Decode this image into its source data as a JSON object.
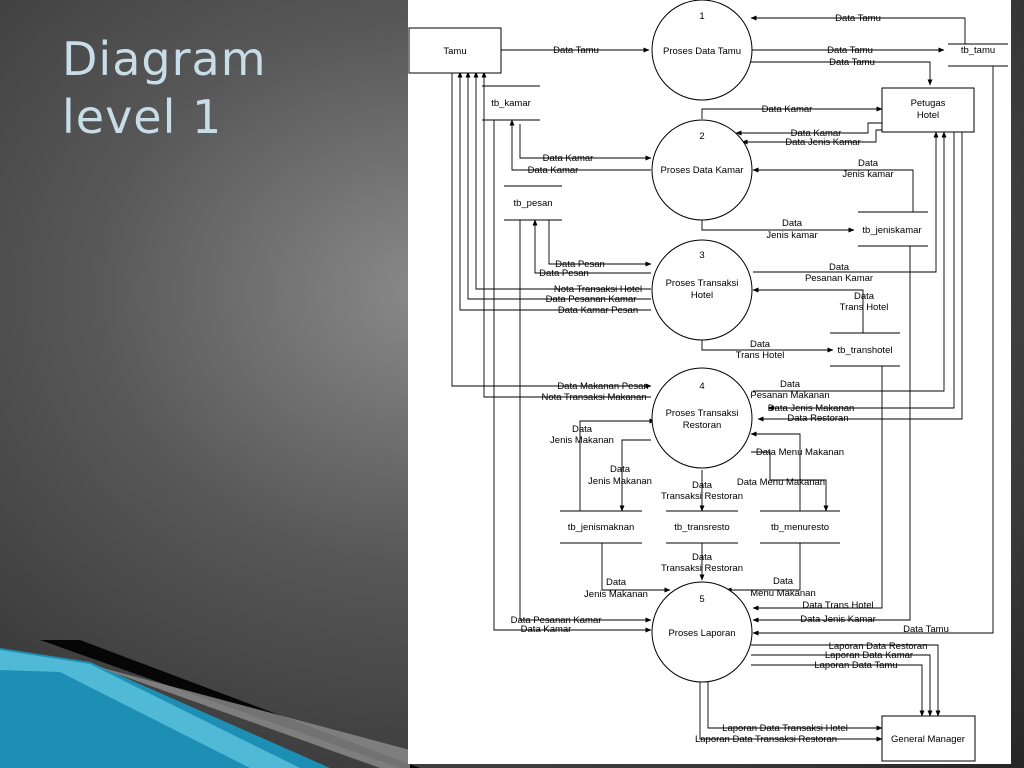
{
  "slide": {
    "title_line1": "Diagram",
    "title_line2": "level 1"
  },
  "colors": {
    "title": "#c8dde8",
    "accent_teal": "#2aa3c7",
    "panel": "#ffffff"
  },
  "entities": {
    "tamu": "Tamu",
    "petugas_line1": "Petugas",
    "petugas_line2": "Hotel",
    "gm": "General Manager"
  },
  "processes": [
    {
      "number": "1",
      "line1": "Proses Data Tamu",
      "line2": ""
    },
    {
      "number": "2",
      "line1": "Proses Data Kamar",
      "line2": ""
    },
    {
      "number": "3",
      "line1": "Proses Transaksi",
      "line2": "Hotel"
    },
    {
      "number": "4",
      "line1": "Proses Transaksi",
      "line2": "Restoran"
    },
    {
      "number": "5",
      "line1": "Proses Laporan",
      "line2": ""
    }
  ],
  "stores": {
    "tb_tamu": "tb_tamu",
    "tb_kamar": "tb_kamar",
    "tb_pesan": "tb_pesan",
    "tb_jeniskamar": "tb_jeniskamar",
    "tb_transhotel": "tb_transhotel",
    "tb_jenismaknan": "tb_jenismaknan",
    "tb_transresto": "tb_transresto",
    "tb_menuresto": "tb_menuresto"
  },
  "flows": {
    "data_tamu": "Data Tamu",
    "data_kamar": "Data Kamar",
    "data_jenis_kamar": "Data Jenis Kamar",
    "data": "Data",
    "jenis_kamar": "Jenis kamar",
    "data_pesan": "Data Pesan",
    "nota_transaksi_hotel": "Nota Transaksi Hotel",
    "data_pesanan_kamar": "Data Pesanan Kamar",
    "data_kamar_pesan": "Data Kamar Pesan",
    "pesanan_kamar": "Pesanan Kamar",
    "trans_hotel": "Trans Hotel",
    "data_makanan_pesan": "Data Makanan Pesan",
    "nota_transaksi_makanan": "Nota Transaksi Makanan",
    "pesanan_makanan": "Pesanan Makanan",
    "data_jenis_makanan": "Data Jenis Makanan",
    "data_restoran": "Data Restoran",
    "jenis_makanan": "Jenis Makanan",
    "data_menu_makanan": "Data Menu Makanan",
    "transaksi_restoran": "Transaksi Restoran",
    "menu_makanan": "Menu Makanan",
    "data_trans_hotel": "Data Trans Hotel",
    "laporan_data_restoran": "Laporan Data Restoran",
    "laporan_data_kamar": "Laporan Data Kamar",
    "laporan_data_tamu": "Laporan Data Tamu",
    "laporan_data_transaksi_hotel": "Laporan Data Transaksi Hotel",
    "laporan_data_transaksi_restoran": "Laporan Data Transaksi Restoran"
  }
}
